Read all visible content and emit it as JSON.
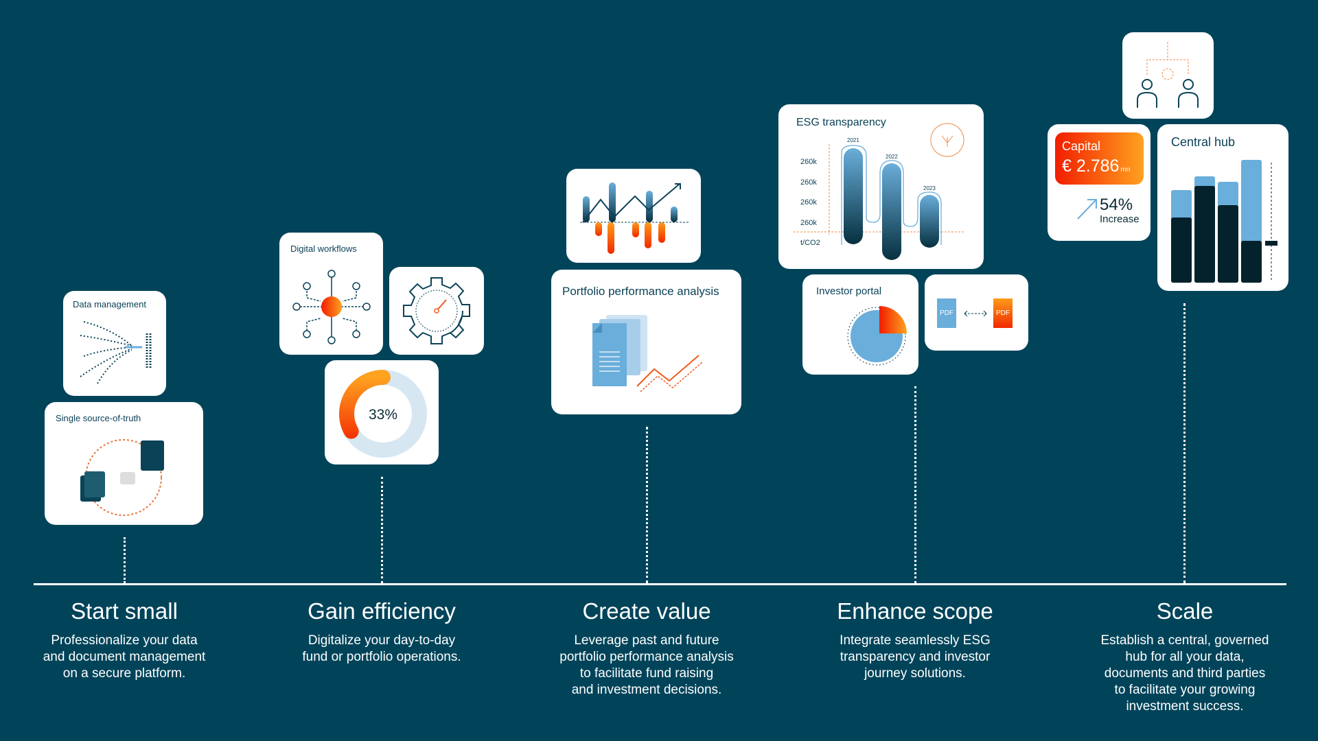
{
  "cards": {
    "data_management": "Data management",
    "single_source": "Single source-of-truth",
    "digital_workflows": "Digital workflows",
    "donut_percent": "33%",
    "donut_value": 0.33,
    "portfolio": "Portfolio performance analysis",
    "esg": {
      "title": "ESG transparency",
      "y_labels": [
        "260k",
        "260k",
        "260k",
        "260k"
      ],
      "unit": "t/CO2",
      "years": [
        "2021",
        "2022",
        "2023"
      ]
    },
    "investor_portal": "Investor portal",
    "pdf_left": "PDF",
    "pdf_right": "PDF",
    "capital": {
      "label": "Capital",
      "value": "€ 2.786",
      "unit": "mn",
      "increase": "54%",
      "increase_label": "Increase"
    },
    "central_hub": "Central hub"
  },
  "steps": [
    {
      "title": "Start small",
      "desc": [
        "Professionalize your data",
        "and document management",
        "on a secure platform."
      ]
    },
    {
      "title": "Gain efficiency",
      "desc": [
        "Digitalize your day-to-day",
        "fund or portfolio operations."
      ]
    },
    {
      "title": "Create value",
      "desc": [
        "Leverage past and future",
        "portfolio performance analysis",
        "to facilitate fund raising",
        "and investment decisions."
      ]
    },
    {
      "title": "Enhance scope",
      "desc": [
        "Integrate seamlessly ESG",
        "transparency and investor",
        "journey solutions."
      ]
    },
    {
      "title": "Scale",
      "desc": [
        "Establish a central, governed",
        "hub for all your data,",
        "documents and third parties",
        "to facilitate your growing",
        "investment success."
      ]
    }
  ],
  "colors": {
    "background": "#01445a",
    "accent": "#ff5a00",
    "blue": "#6aaedb"
  }
}
